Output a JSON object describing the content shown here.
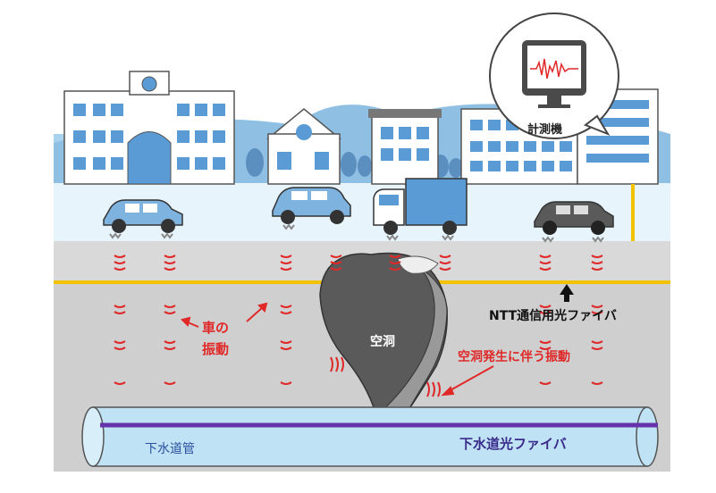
{
  "labels": {
    "meter": "計測機",
    "ntt_fiber": "NTT通信用光ファイバ",
    "car_vibration_line1": "車の",
    "car_vibration_line2": "振動",
    "cavity": "空洞",
    "cavity_vibration": "空洞発生に伴う振動",
    "sewer_pipe": "下水道管",
    "sewer_fiber": "下水道光ファイバ"
  },
  "colors": {
    "sky_band": "#a9d2ee",
    "mountain": "#8fc0e4",
    "building": "#ffffff",
    "window": "#5b9bd5",
    "road": "#d9d9d9",
    "underground": "#cfcfcf",
    "ntt_fiber": "#f2c200",
    "vibration": "#e02828",
    "cavity": "#5a5a5a",
    "pipe": "#bfe3f5",
    "sewer_fiber": "#6633aa"
  }
}
